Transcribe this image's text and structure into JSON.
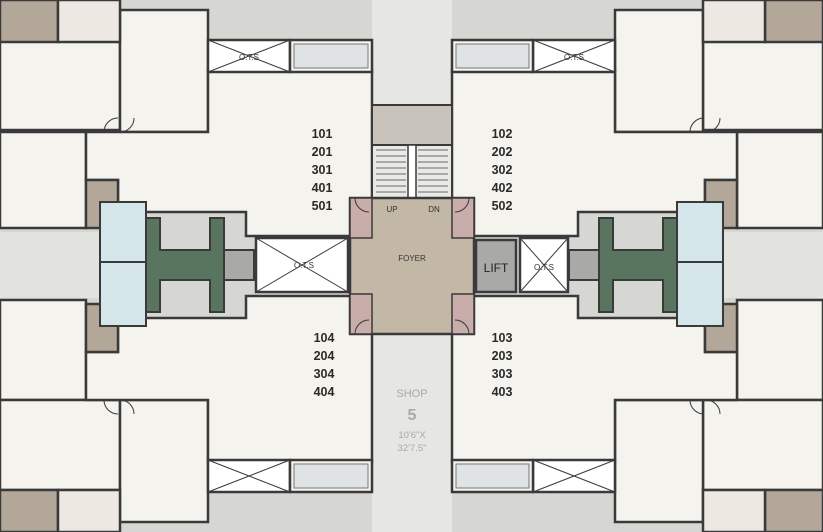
{
  "labels": {
    "ots": "O.T.S",
    "up": "UP",
    "dn": "DN",
    "foyer": "FOYER",
    "lift": "LIFT"
  },
  "units": {
    "top_left": [
      "101",
      "201",
      "301",
      "401",
      "501"
    ],
    "top_right": [
      "102",
      "202",
      "302",
      "402",
      "502"
    ],
    "bottom_left": [
      "104",
      "204",
      "304",
      "404"
    ],
    "bottom_right": [
      "103",
      "203",
      "303",
      "403"
    ]
  },
  "shop": {
    "title": "SHOP",
    "number": "5",
    "dim_width": "10'6\"X",
    "dim_depth": "32'7.5\""
  },
  "colors": {
    "room_fill": "#f4f3ee",
    "wall": "#3a3a3a",
    "foyer": "#c3b7a6",
    "pink_pillar": "#c9adab",
    "shaft_green": "#59745f",
    "bath_blue": "#d5e6ea",
    "lift_gray": "#a9aaa8",
    "toilet_brown": "#b3a79a"
  }
}
